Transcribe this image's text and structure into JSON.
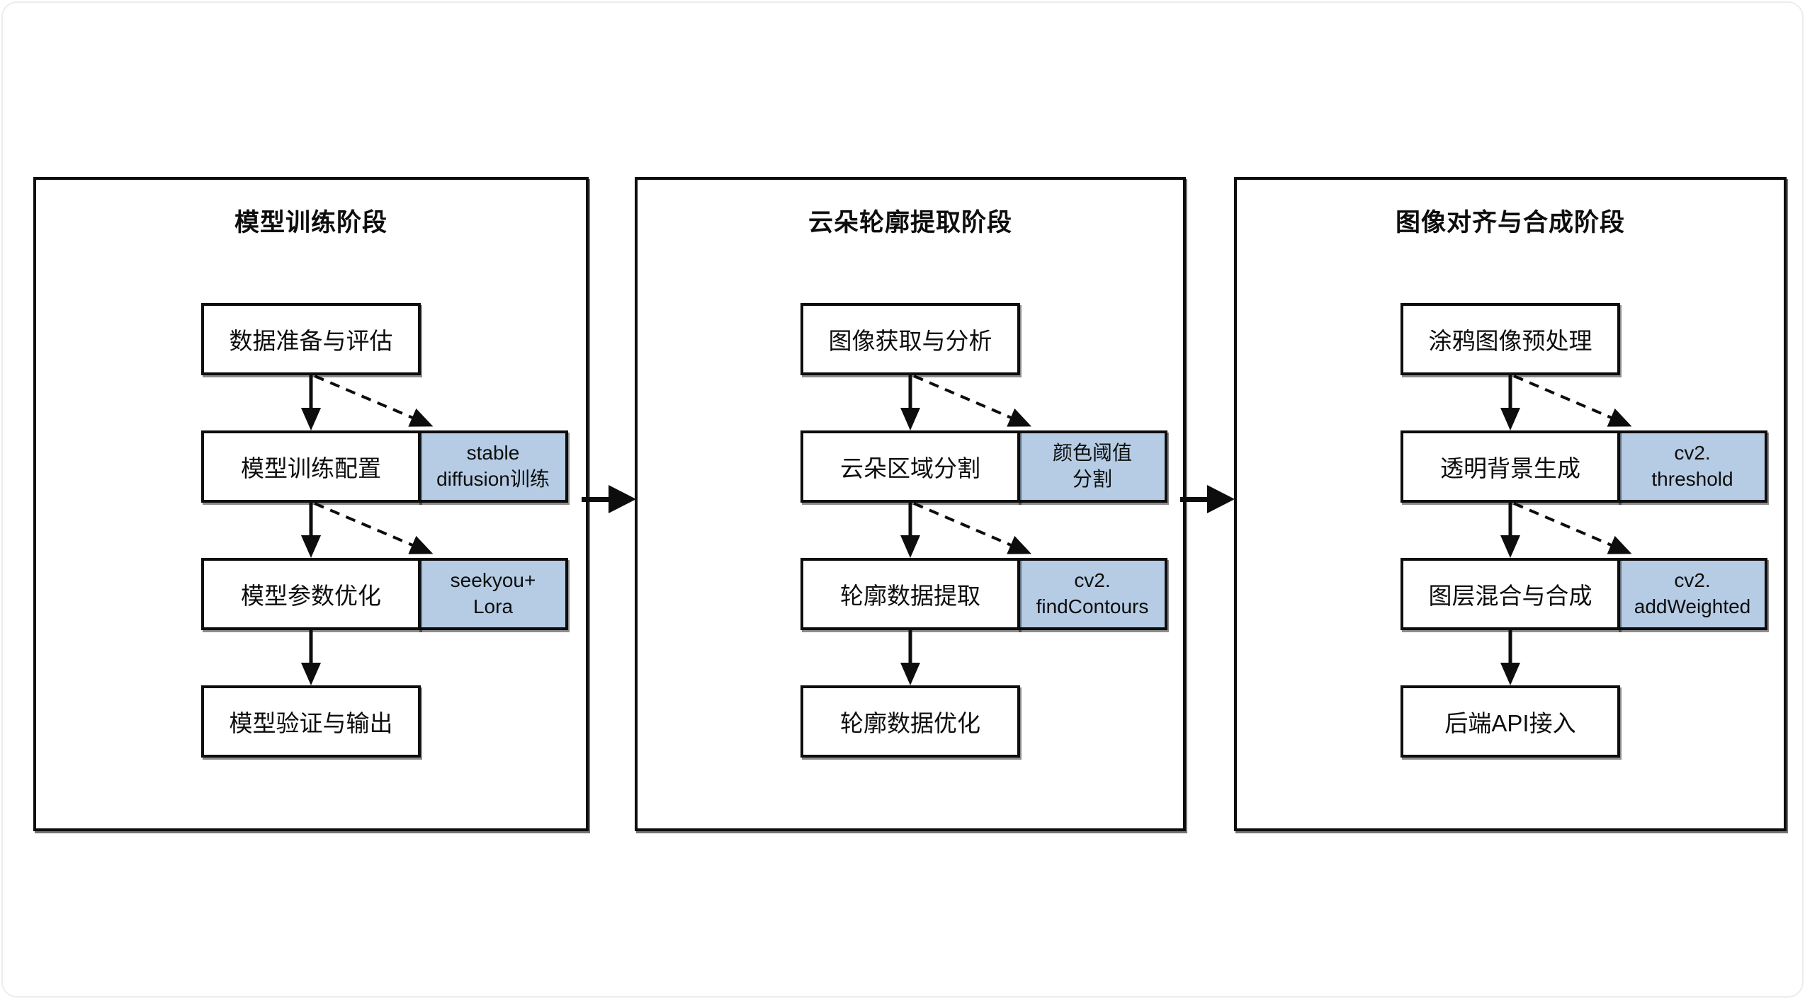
{
  "page": {
    "background_color": "#ffffff",
    "line_color": "#0d0d0d",
    "side_box_fill": "#b5cce4"
  },
  "stages": [
    {
      "title": "模型训练阶段",
      "steps": [
        {
          "label": "数据准备与评估"
        },
        {
          "label": "模型训练配置",
          "side": "stable\ndiffusion训练"
        },
        {
          "label": "模型参数优化",
          "side": "seekyou+\nLora"
        },
        {
          "label": "模型验证与输出"
        }
      ]
    },
    {
      "title": "云朵轮廓提取阶段",
      "steps": [
        {
          "label": "图像获取与分析"
        },
        {
          "label": "云朵区域分割",
          "side": "颜色阈值\n分割"
        },
        {
          "label": "轮廓数据提取",
          "side": "cv2.\nfindContours"
        },
        {
          "label": "轮廓数据优化"
        }
      ]
    },
    {
      "title": "图像对齐与合成阶段",
      "steps": [
        {
          "label": "涂鸦图像预处理"
        },
        {
          "label": "透明背景生成",
          "side": "cv2.\nthreshold"
        },
        {
          "label": "图层混合与合成",
          "side": "cv2.\naddWeighted"
        },
        {
          "label": "后端API接入"
        }
      ]
    }
  ]
}
